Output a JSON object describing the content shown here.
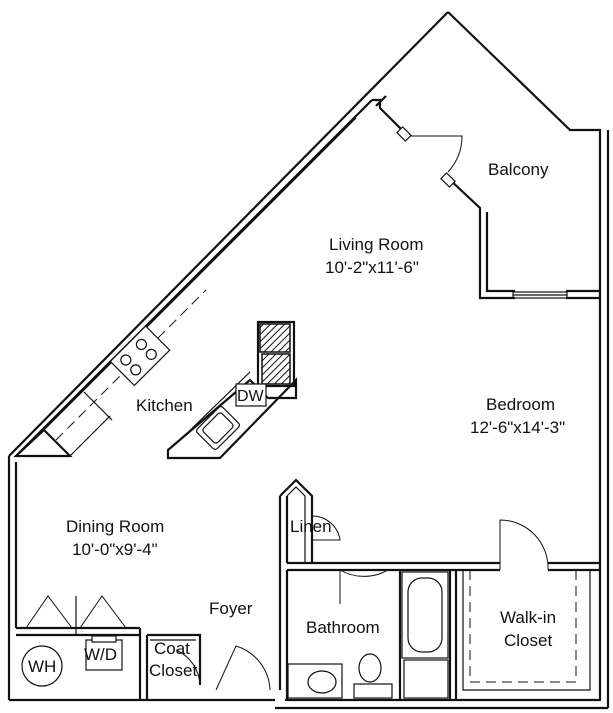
{
  "floor_plan": {
    "rooms": {
      "balcony": {
        "name": "Balcony"
      },
      "living_room": {
        "name": "Living Room",
        "dimensions": "10'-2\"x11'-6\""
      },
      "bedroom": {
        "name": "Bedroom",
        "dimensions": "12'-6\"x14'-3\""
      },
      "kitchen": {
        "name": "Kitchen"
      },
      "dining_room": {
        "name": "Dining  Room",
        "dimensions": "10'-0\"x9'-4\""
      },
      "linen": {
        "name": "Linen"
      },
      "foyer": {
        "name": "Foyer"
      },
      "bathroom": {
        "name": "Bathroom"
      },
      "walk_in_closet": {
        "name_line1": "Walk-in",
        "name_line2": "Closet"
      },
      "coat_closet": {
        "name_line1": "Coat",
        "name_line2": "Closet"
      }
    },
    "appliances": {
      "dishwasher": "DW",
      "washer_dryer": "W/D",
      "water_heater": "WH"
    },
    "colors": {
      "line": "#111111",
      "background": "#ffffff"
    }
  }
}
